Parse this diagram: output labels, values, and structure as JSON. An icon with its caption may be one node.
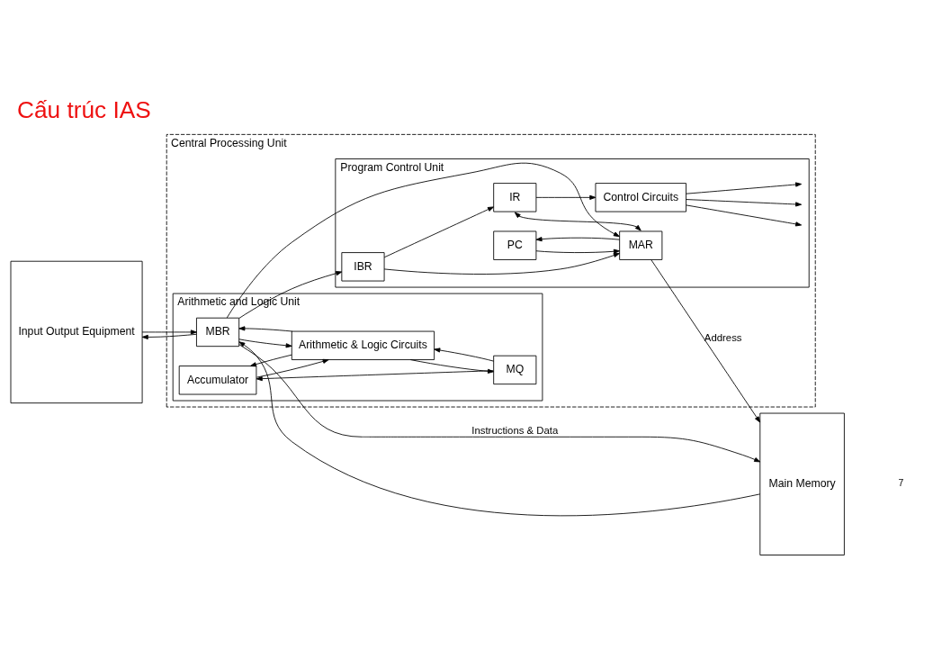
{
  "diagram": {
    "title": "Cấu trúc IAS",
    "nodes": [
      {
        "text": [
          "Input Output Equipment"
        ]
      },
      {
        "text": [
          "Central Processing Unit"
        ]
      },
      {
        "text": [
          "Arithmetic and Logic Unit"
        ],
        "in": 1
      },
      {
        "text": [
          "Accumulator"
        ],
        "in": 2
      },
      {
        "text": [
          "MQ"
        ],
        "in": 2
      },
      {
        "text": [
          "Arithmetic & Logic Circuits"
        ],
        "in": 2
      },
      {
        "text": [
          "MBR"
        ],
        "in": 2
      },
      {
        "text": [
          "Program Control Unit"
        ],
        "in": 1
      },
      {
        "text": [
          "IBR"
        ],
        "in": 7
      },
      {
        "text": [
          "PC"
        ],
        "in": 7
      },
      {
        "text": [
          "IR"
        ],
        "in": 7
      },
      {
        "text": [
          "MAR"
        ],
        "in": 7
      },
      {
        "text": [
          "Control Circuits"
        ],
        "in": 7
      },
      {
        "text": [
          "Main Memory"
        ]
      }
    ],
    "edges": [
      {
        "from": 4,
        "to": 3,
        "arrow": "to"
      },
      {
        "from": 3,
        "to": 5,
        "arrow": "to"
      },
      {
        "from": 5,
        "to": 3,
        "arrow": "to"
      },
      {
        "from": 5,
        "to": 4,
        "arrow": "to"
      },
      {
        "from": 4,
        "to": 5,
        "arrow": "to"
      },
      {
        "from": 6,
        "to": 5,
        "arrow": "to"
      },
      {
        "from": 5,
        "to": 6,
        "arrow": "to"
      },
      {
        "from": 0,
        "to": 6,
        "arrow": "to"
      },
      {
        "from": 6,
        "to": 0,
        "arrow": "to"
      },
      {
        "from": 6,
        "to": 13,
        "arrow": "to",
        "label": "Instructions & Data"
      },
      {
        "from": 13,
        "to": 6,
        "arrow": "to"
      },
      {
        "from": 6,
        "to": 8,
        "arrow": "to"
      },
      {
        "from": 6,
        "to": 11,
        "arrow": "to"
      },
      {
        "from": 8,
        "to": 11,
        "arrow": "to"
      },
      {
        "from": 8,
        "to": 10,
        "arrow": "to"
      },
      {
        "from": 9,
        "to": 11,
        "arrow": "to"
      },
      {
        "from": 11,
        "to": 9,
        "arrow": "to"
      },
      {
        "from": 10,
        "to": 11,
        "arrow": "both"
      },
      {
        "from": 10,
        "to": 12,
        "arrow": "to"
      },
      {
        "from": 12,
        "to": null,
        "arrow": "to"
      },
      {
        "from": 12,
        "to": null,
        "arrow": "to"
      },
      {
        "from": 12,
        "to": null,
        "arrow": "to"
      },
      {
        "from": 11,
        "to": 13,
        "arrow": "to",
        "label": "Address"
      }
    ],
    "labels": [
      "7"
    ]
  }
}
